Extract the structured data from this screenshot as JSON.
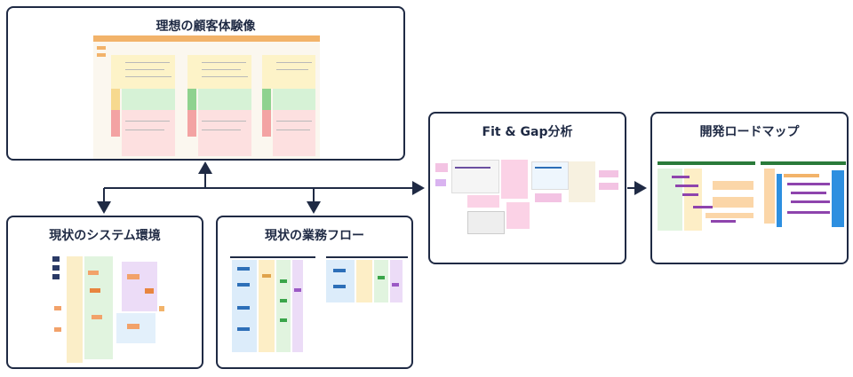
{
  "cards": {
    "ideal_cx": {
      "title": "理想の顧客体験像"
    },
    "current_system": {
      "title": "現状のシステム環境"
    },
    "current_flow": {
      "title": "現状の業務フロー"
    },
    "fit_gap": {
      "title": "Fit & Gap分析"
    },
    "roadmap": {
      "title": "開発ロードマップ"
    }
  },
  "colors": {
    "border": "#1f2a44",
    "arrow": "#1f2a44",
    "orange": "#f2b36a",
    "green": "#8fd28f",
    "pink": "#f3a3a3",
    "purple": "#b98bd9",
    "blue": "#2d8fe0"
  }
}
